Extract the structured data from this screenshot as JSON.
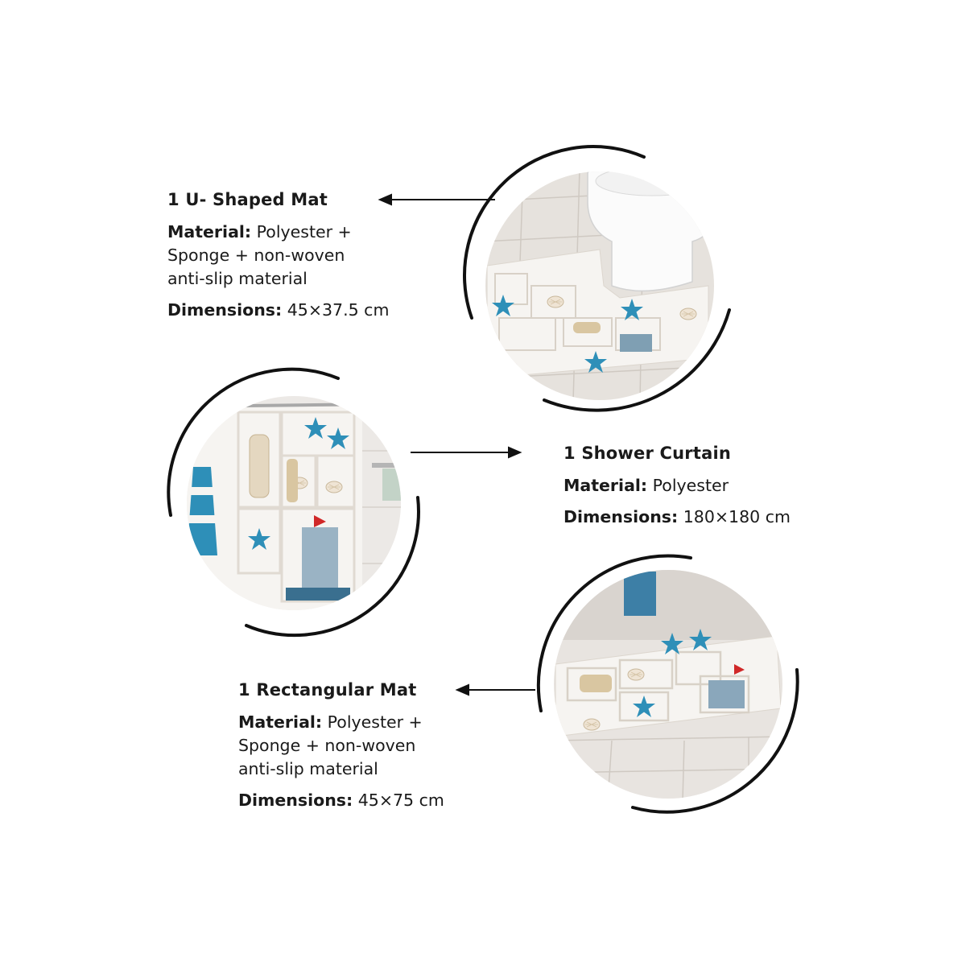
{
  "products": [
    {
      "title": "1 U- Shaped Mat",
      "material_label": "Material:",
      "material_lines": [
        "Polyester +",
        "Sponge + non-woven",
        "anti-slip material"
      ],
      "dimensions_label": "Dimensions:",
      "dimensions_value": "45×37.5 cm",
      "photo_icon": "u-shaped-mat-photo"
    },
    {
      "title": "1 Shower Curtain",
      "material_label": "Material:",
      "material_lines": [
        "Polyester"
      ],
      "dimensions_label": "Dimensions:",
      "dimensions_value": "180×180 cm",
      "photo_icon": "shower-curtain-photo"
    },
    {
      "title": "1 Rectangular Mat",
      "material_label": "Material:",
      "material_lines": [
        "Polyester +",
        "Sponge + non-woven",
        "anti-slip material"
      ],
      "dimensions_label": "Dimensions:",
      "dimensions_value": "45×75 cm",
      "photo_icon": "rectangular-mat-photo"
    }
  ],
  "colors": {
    "ring": "#111111",
    "accent_blue": "#2e8fb8",
    "tile_light": "#e9e6e2",
    "tile_line": "#cfcac4",
    "panel_white": "#f6f4f1"
  }
}
